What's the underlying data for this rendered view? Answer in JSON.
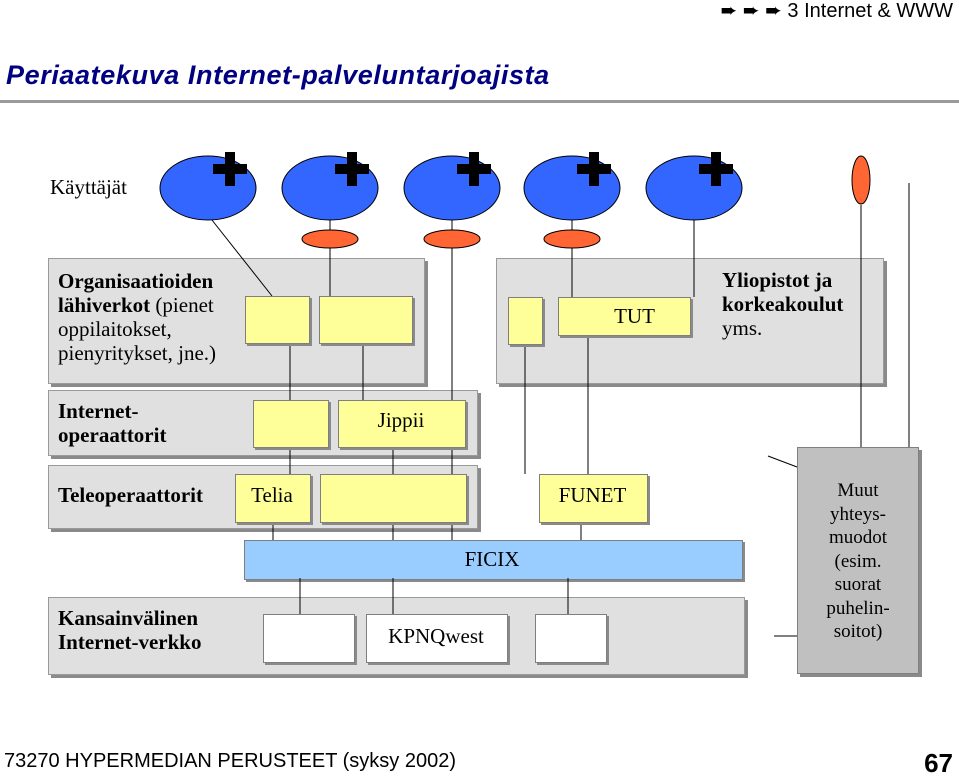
{
  "header": {
    "section": "3 Internet & WWW",
    "arrows": "➨ ➨ ➨"
  },
  "title": "Periaatekuva Internet-palveluntarjoajista",
  "diagram": {
    "users_label": "Käyttäjät",
    "org_label": {
      "line1": "Organisaatioiden",
      "line2_bold": "lähiverkot",
      "line2_rest": " (pienet",
      "line3": "oppilaitokset,",
      "line4": "pienyritykset, jne.)"
    },
    "isp_label": {
      "line1": "Internet-",
      "line2": "operaattorit"
    },
    "tele_label": "Teleoperaattorit",
    "intl_label": {
      "line1": "Kansainvälinen",
      "line2": "Internet-verkko"
    },
    "univ_label": {
      "line1": "Yliopistot ja",
      "line2": "korkeakoulut",
      "line3": "yms."
    },
    "tut": "TUT",
    "jippii": "Jippii",
    "telia": "Telia",
    "funet": "FUNET",
    "ficix": "FICIX",
    "kpnqwest": "KPNQwest",
    "other": {
      "l1": "Muut",
      "l2": "yhteys-",
      "l3": "muodot",
      "l4": "(esim.",
      "l5": "suorat",
      "l6": "puhelin-",
      "l7": "soitot)"
    },
    "colors": {
      "user": "#3366ff",
      "modem": "#ff6633",
      "yellow": "#ffff99",
      "ficix": "#99ccff",
      "panel": "#e0e0e0",
      "other": "#c0c0c0"
    }
  },
  "footer": {
    "course": "73270 HYPERMEDIAN PERUSTEET (syksy 2002)",
    "page": "67"
  }
}
